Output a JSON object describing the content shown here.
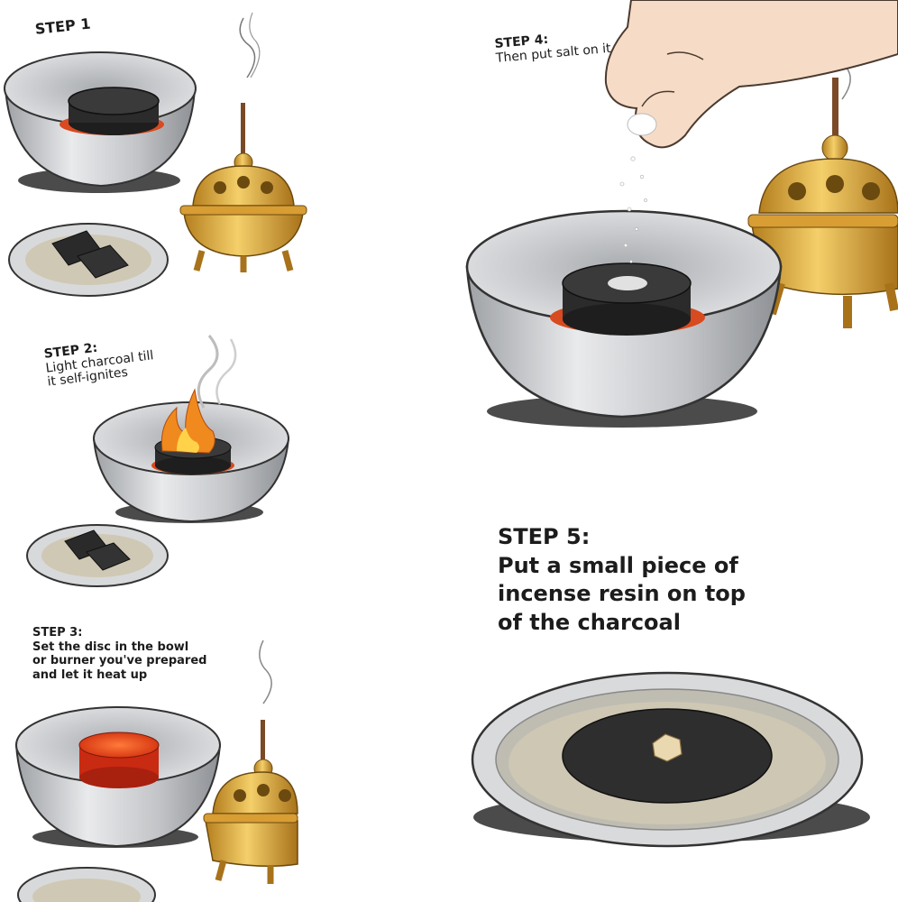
{
  "steps": [
    {
      "title": "STEP 1",
      "lines": []
    },
    {
      "title": "STEP 2:",
      "lines": [
        "Light charcoal till",
        "it self-ignites"
      ]
    },
    {
      "title": "STEP 3:",
      "lines": [
        "Set the disc in the bowl",
        "or burner you've prepared",
        "and let it heat up"
      ]
    },
    {
      "title": "STEP 4:",
      "lines": [
        "Then put salt on it"
      ]
    },
    {
      "title": "STEP 5:",
      "lines": [
        "Put a small piece of",
        "incense resin on top",
        "of the charcoal"
      ]
    }
  ],
  "colors": {
    "bowl_steel": "#c9cbce",
    "charcoal": "#2a2a2a",
    "ember": "#e04a1c",
    "brass": "#e8b341",
    "flame": "#f08a1e"
  },
  "icons": [
    "steel-bowl-icon",
    "charcoal-disc-icon",
    "brass-censer-icon",
    "saucer-icon",
    "hand-icon",
    "flame-icon",
    "smoke-icon",
    "resin-icon"
  ]
}
